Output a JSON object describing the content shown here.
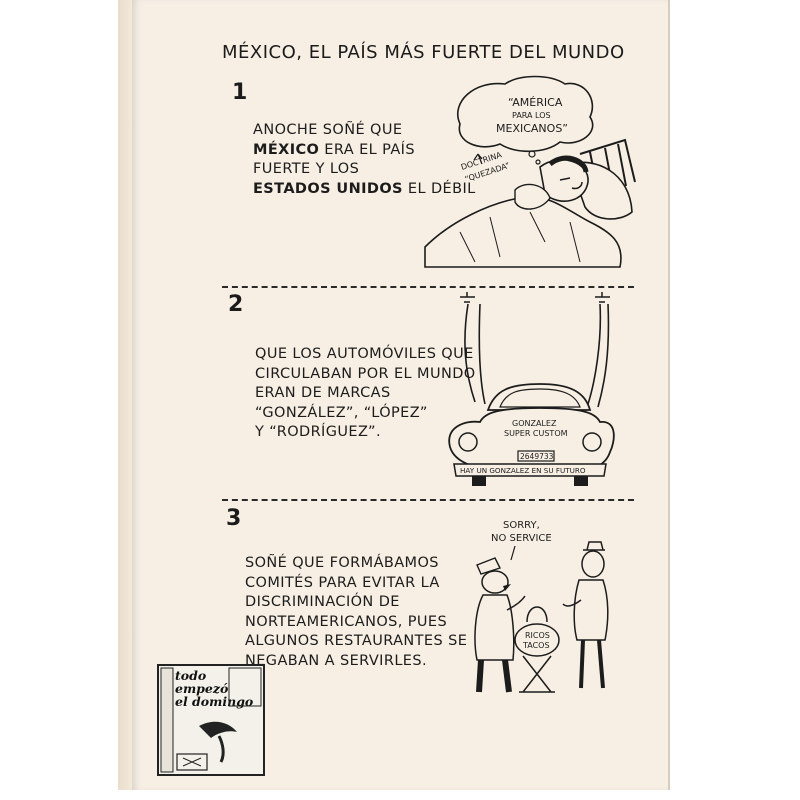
{
  "header": {
    "title": "MÉXICO, EL PAÍS MÁS FUERTE DEL MUNDO"
  },
  "panels": [
    {
      "number": "1",
      "lines": [
        {
          "pre": "ANOCHE SOÑÉ QUE",
          "bold": "",
          "post": ""
        },
        {
          "pre": "",
          "bold": "MÉXICO",
          "post": " ERA EL PAÍS"
        },
        {
          "pre": "FUERTE Y LOS",
          "bold": "",
          "post": ""
        },
        {
          "pre": "",
          "bold": "ESTADOS UNIDOS",
          "post": " EL DÉBIL"
        }
      ],
      "bubble_lines": [
        "“AMÉRICA",
        "PARA LOS",
        "MEXICANOS”"
      ],
      "label_lines": [
        "DOCTRINA",
        "“QUEZADA”"
      ]
    },
    {
      "number": "2",
      "lines": [
        {
          "pre": "QUE LOS AUTOMÓVILES QUE",
          "bold": "",
          "post": ""
        },
        {
          "pre": "CIRCULABAN POR EL MUNDO",
          "bold": "",
          "post": ""
        },
        {
          "pre": "ERAN DE MARCAS",
          "bold": "",
          "post": ""
        },
        {
          "pre": "“GONZÁLEZ”, “LÓPEZ”",
          "bold": "",
          "post": ""
        },
        {
          "pre": "Y “RODRÍGUEZ”.",
          "bold": "",
          "post": ""
        }
      ],
      "car_brand_lines": [
        "GONZALEZ",
        "SUPER CUSTOM"
      ],
      "plate": "2649733",
      "bumper_slogan": "HAY UN GONZALEZ EN SU FUTURO"
    },
    {
      "number": "3",
      "lines": [
        {
          "pre": "SOÑÉ QUE FORMÁBAMOS",
          "bold": "",
          "post": ""
        },
        {
          "pre": "COMITÉS PARA EVITAR LA",
          "bold": "",
          "post": ""
        },
        {
          "pre": "DISCRIMINACIÓN DE",
          "bold": "",
          "post": ""
        },
        {
          "pre": "NORTEAMERICANOS, PUES",
          "bold": "",
          "post": ""
        },
        {
          "pre": "ALGUNOS RESTAURANTES SE",
          "bold": "",
          "post": ""
        },
        {
          "pre": "NEGABAN A SERVIRLES.",
          "bold": "",
          "post": ""
        }
      ],
      "speech_lines": [
        "SORRY,",
        "NO SERVICE"
      ],
      "basket_lines": [
        "RICOS",
        "TACOS"
      ]
    }
  ],
  "cover_thumbnail": {
    "title_lines": [
      "todo empezó",
      "el domingo"
    ]
  }
}
